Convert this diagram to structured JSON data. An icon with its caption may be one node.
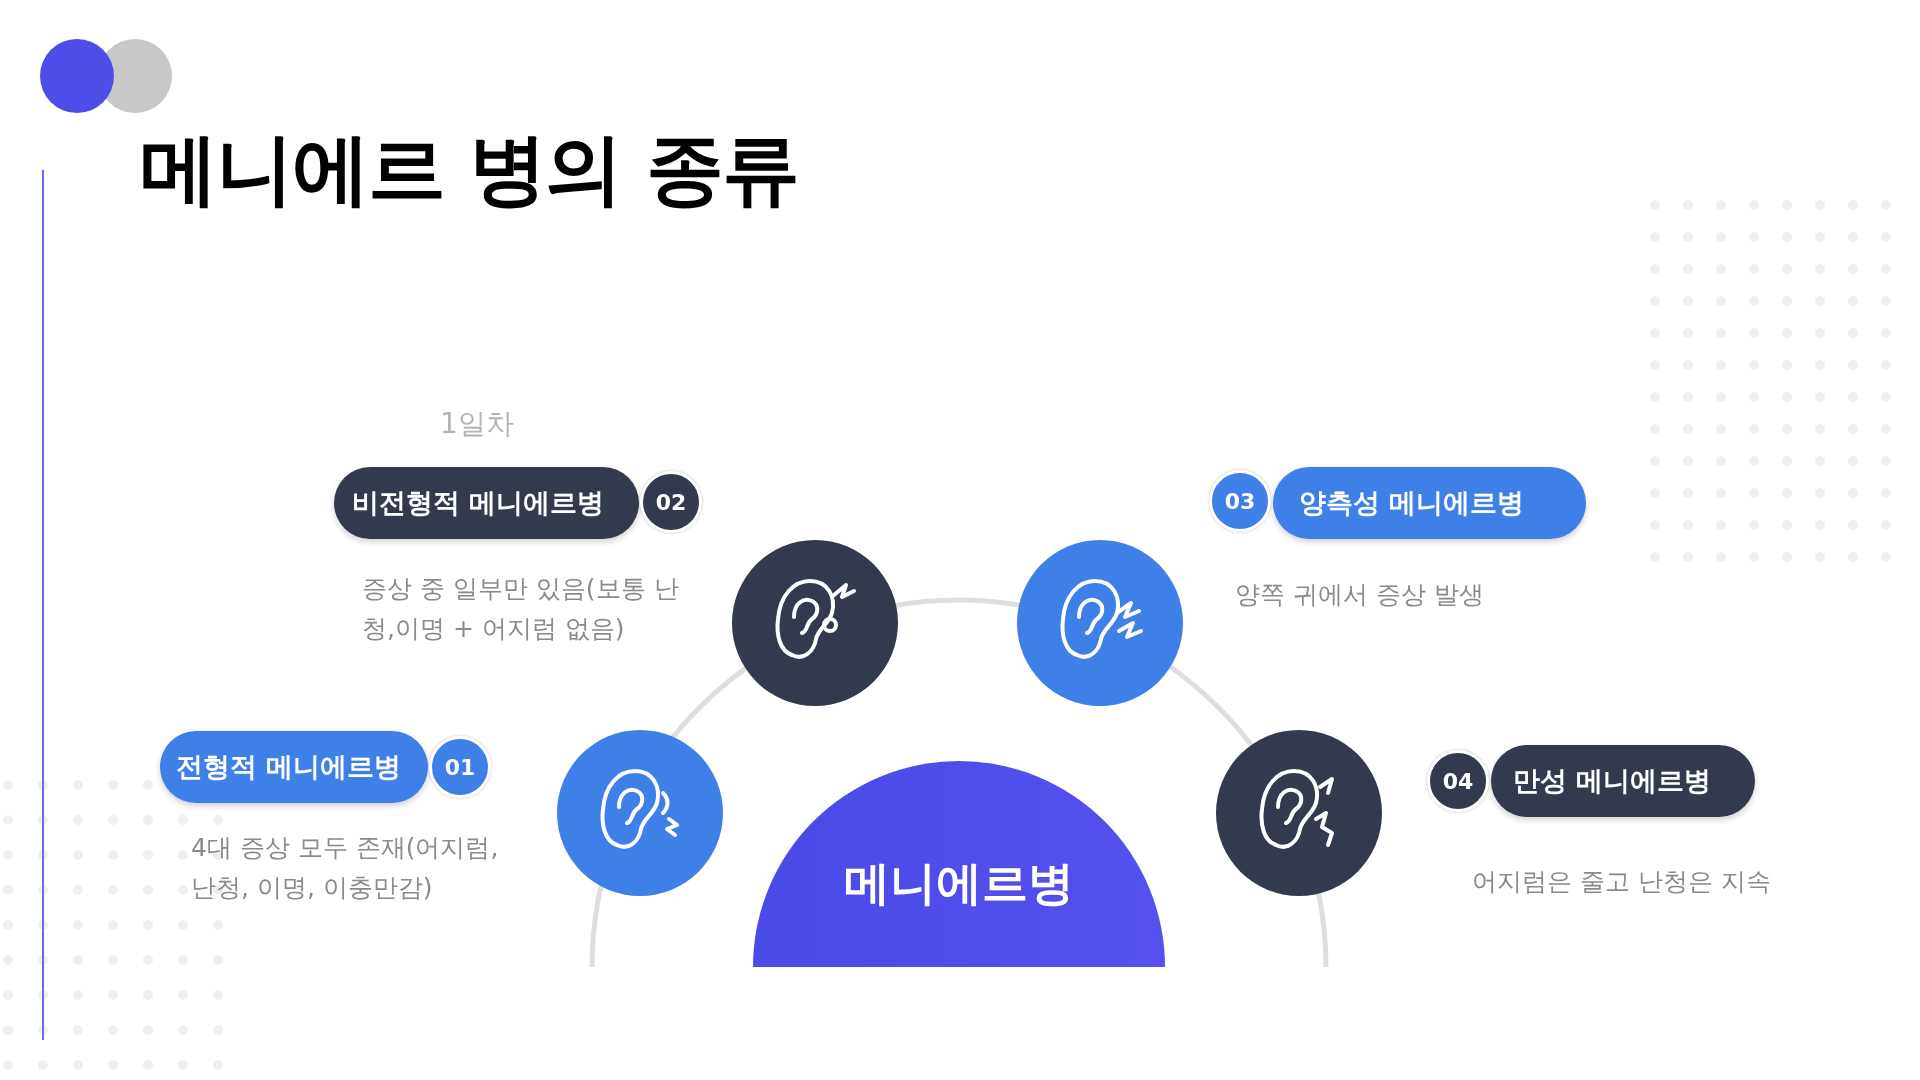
{
  "diagram": {
    "title": "메니에르 병의 종류",
    "nodes": [
      {
        "text": [
          "메니에르병"
        ]
      },
      {
        "text": [],
        "shape": "circle"
      },
      {
        "text": [],
        "shape": "circle"
      },
      {
        "text": [],
        "shape": "circle"
      },
      {
        "text": [],
        "shape": "circle"
      },
      {
        "text": [
          "전형적 메니에르병"
        ],
        "beside": [
          "4대 증상 모두 존재(어지럼, 난청, 이명, 이충만감)"
        ]
      },
      {
        "text": [
          "01"
        ]
      },
      {
        "text": [
          "비전형적 메니에르병"
        ],
        "beside": [
          "증상 중 일부만 있음(보통 난청,이명 + 어지럼 없음)"
        ]
      },
      {
        "text": [
          "02"
        ]
      },
      {
        "text": [
          "양측성 메니에르병"
        ],
        "beside": [
          "양쪽 귀에서 증상 발생"
        ]
      },
      {
        "text": [
          "03"
        ]
      },
      {
        "text": [
          "만성 메니에르병"
        ],
        "beside": [
          "어지럼은 줄고 난청은 지속"
        ]
      },
      {
        "text": [
          "04"
        ]
      }
    ],
    "labels": [
      "1일차"
    ]
  }
}
